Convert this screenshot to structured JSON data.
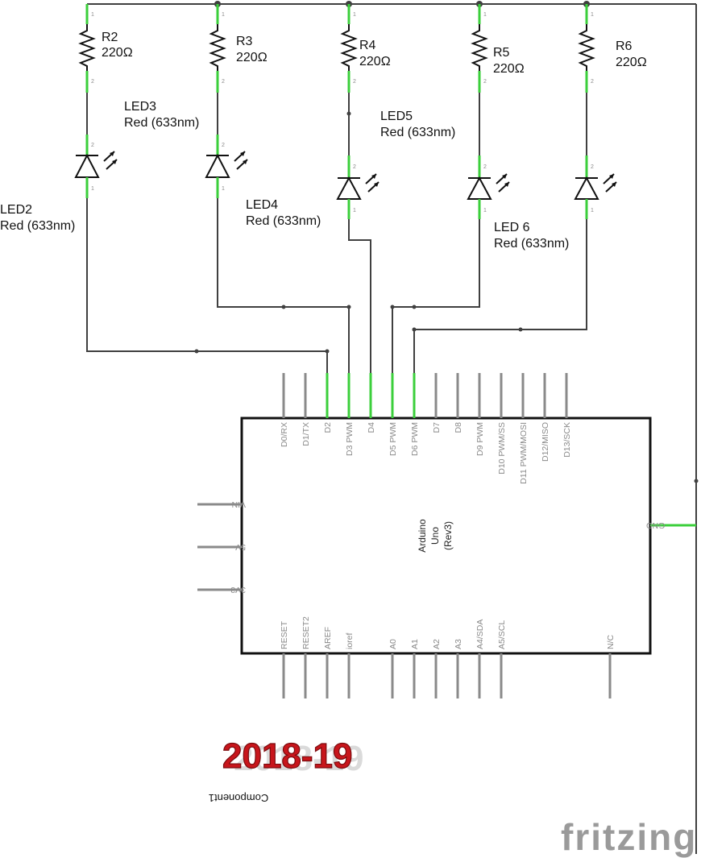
{
  "resistors": [
    {
      "ref": "R2",
      "value": "220Ω"
    },
    {
      "ref": "R3",
      "value": "220Ω"
    },
    {
      "ref": "R4",
      "value": "220Ω"
    },
    {
      "ref": "R5",
      "value": "220Ω"
    },
    {
      "ref": "R6",
      "value": "220Ω"
    }
  ],
  "leds": [
    {
      "ref": "LED2",
      "color": "Red (633nm)"
    },
    {
      "ref": "LED3",
      "color": "Red (633nm)"
    },
    {
      "ref": "LED4",
      "color": "Red (633nm)"
    },
    {
      "ref": "LED5",
      "color": "Red (633nm)"
    },
    {
      "ref": "LED 6",
      "color": "Red (633nm)"
    }
  ],
  "pin_numbers": {
    "one": "1",
    "two": "2"
  },
  "arduino": {
    "title": [
      "Arduino",
      "Uno",
      "(Rev3)"
    ],
    "top_pins": [
      "D0/RX",
      "D1/TX",
      "D2",
      "D3 PWM",
      "D4",
      "D5 PWM",
      "D6 PWM",
      "D7",
      "D8",
      "D9 PWM",
      "D10 PWM/SS",
      "D11 PWM/MOSI",
      "D12/MISO",
      "D13/SCK"
    ],
    "bottom_pins": [
      "RESET",
      "RESET2",
      "AREF",
      "ioref",
      "A0",
      "A1",
      "A2",
      "A3",
      "A4/SDA",
      "A5/SCL",
      "N/C"
    ],
    "left_pins": [
      "VIN",
      "5V",
      "3V3"
    ],
    "right_pins": [
      "GND"
    ]
  },
  "year_text": "2018-19",
  "component_ref": "Component1",
  "brand": "fritzing",
  "colors": {
    "wire": "#404040",
    "connected_wire": "#3bcf3b",
    "pin": "#8a8a8a",
    "year": "#c8161c"
  }
}
